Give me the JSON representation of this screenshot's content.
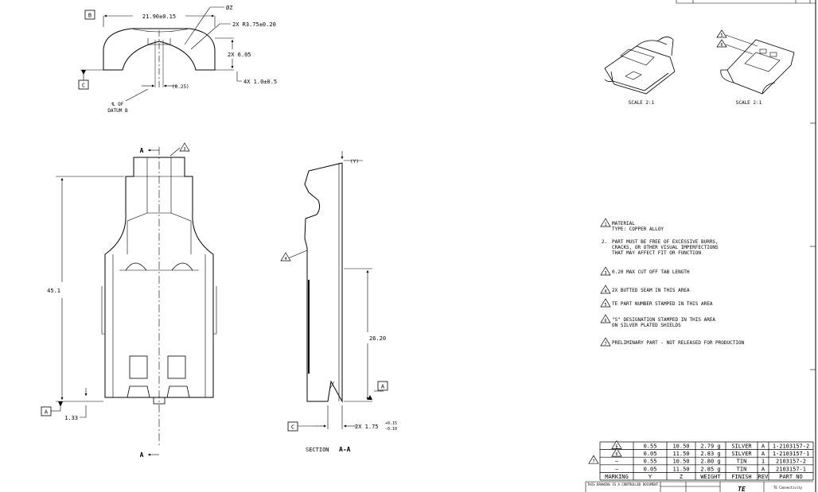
{
  "top_view": {
    "datum_b": "B",
    "datum_c": "C",
    "width_dim": "21.90±0.15",
    "phi_z": "ØZ",
    "radius_dim": "2X R3.75±0.20",
    "height_dim": "2X 6.05",
    "tab_dim": "4X 1.0±0.5",
    "ref_dim": "(0.25)",
    "centerline_label_1": "℄ OF",
    "centerline_label_2": "DATUM B"
  },
  "front_view": {
    "section_mark": "A",
    "note_flag": "3",
    "length_dim": "45.1",
    "bottom_dim": "1.33",
    "datum_a": "A"
  },
  "side_view": {
    "y_dim": "(Y)",
    "note_flag": "4",
    "height_dim": "26.20",
    "thickness_dim": "2X 1.75",
    "tol_plus": "+0.15",
    "tol_minus": "-0.10",
    "datum_a": "A",
    "datum_c": "C",
    "caption": "SECTION",
    "caption_id": "A-A"
  },
  "iso_views": {
    "scale_left": "SCALE  2:1",
    "scale_right": "SCALE  2:1",
    "flag_a": "5",
    "flag_b": "6"
  },
  "notes": [
    {
      "num": "1",
      "flag": true,
      "text": [
        "MATERIAL",
        "    TYPE: COPPER ALLOY"
      ]
    },
    {
      "num": "2.",
      "flag": false,
      "text": [
        "PART MUST BE FREE OF EXCESSIVE BURRS,",
        "CRACKS, OR OTHER VISUAL IMPERFECTIONS",
        "THAT MAY AFFECT FIT OR FUNCTION"
      ]
    },
    {
      "num": "3",
      "flag": true,
      "text": [
        "0.20 MAX CUT OFF TAB LENGTH"
      ]
    },
    {
      "num": "4",
      "flag": true,
      "text": [
        "2X BUTTED SEAM IN THIS AREA"
      ]
    },
    {
      "num": "5",
      "flag": true,
      "text": [
        "TE PART NUMBER STAMPED IN THIS AREA"
      ]
    },
    {
      "num": "6",
      "flag": true,
      "text": [
        "\"S\" DESIGNATION STAMPED IN THIS AREA",
        " ON SILVER PLATED SHIELDS"
      ]
    },
    {
      "num": "7",
      "flag": true,
      "text": [
        "PRELIMINARY PART - NOT RELEASED FOR PRODUCTION"
      ]
    }
  ],
  "part_table": {
    "headers": [
      "MARKING",
      "Y",
      "Z",
      "WEIGHT",
      "FINISH",
      "REV",
      "PART NO"
    ],
    "rows": [
      {
        "marking": "6",
        "y": "0.55",
        "z": "10.50",
        "weight": "2.79 g",
        "finish": "SILVER",
        "rev": "A",
        "part_no": "1-2103157-2"
      },
      {
        "marking": "6",
        "y": "0.05",
        "z": "11.50",
        "weight": "2.83 g",
        "finish": "SILVER",
        "rev": "A",
        "part_no": "1-2103157-1"
      },
      {
        "marking": "—",
        "y": "0.55",
        "z": "10.50",
        "weight": "2.80 g",
        "finish": "TIN",
        "rev": "1",
        "part_no": "2103157-2"
      },
      {
        "marking": "—",
        "y": "0.05",
        "z": "11.50",
        "weight": "2.85 g",
        "finish": "TIN",
        "rev": "A",
        "part_no": "2103157-1"
      }
    ],
    "side_flag": "7"
  },
  "title_block": {
    "controlled_text": "THIS DRAWING IS A CONTROLLED DOCUMENT.",
    "logo": "TE",
    "company": "TE Connectivity"
  }
}
